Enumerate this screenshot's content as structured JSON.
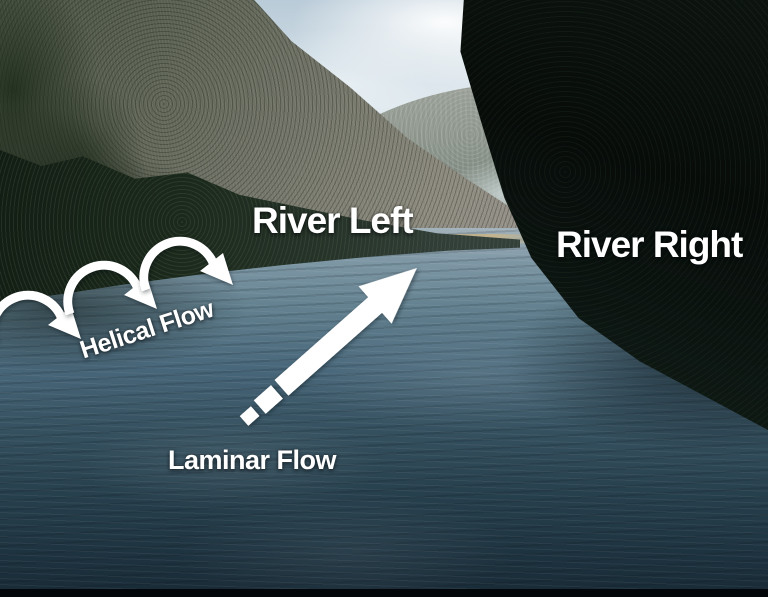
{
  "annotations": {
    "river_left": "River Left",
    "river_right": "River Right",
    "helical_flow": "Helical Flow",
    "laminar_flow": "Laminar Flow"
  },
  "icons": {
    "helical_flow_arrow": "white arched arrow curling down-right (3 arrows ascending toward upper right)",
    "helical_arrow_count": 3,
    "laminar_flow_arrow": "large white straight arrow with dashed tail pointing upstream to upper right"
  },
  "colors": {
    "annotation_text": "#ffffff",
    "arrow_fill": "#ffffff",
    "sky": "#dce6ec",
    "hillside": "#74756a",
    "left_bank_trees": "#1b291c",
    "right_bank_trees": "#0a110c",
    "water_light": "#7e97a5",
    "water_dark": "#1d303c"
  }
}
